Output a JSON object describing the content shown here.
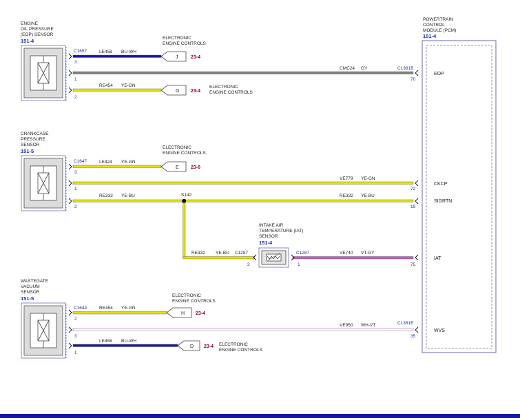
{
  "pcm": {
    "title1": "POWERTRAIN",
    "title2": "CONTROL",
    "title3": "MODULE (PCM)",
    "ref": "151-4"
  },
  "eop_sensor": {
    "title1": "ENGINE",
    "title2": "OIL PRESSURE",
    "title3": "(EOP) SENSOR",
    "ref": "151-4",
    "connector": "C1657"
  },
  "ccp_sensor": {
    "title1": "CRANKCASE",
    "title2": "PRESSURE",
    "title3": "SENSOR",
    "ref": "151-5",
    "connector": "C1647"
  },
  "wg_sensor": {
    "title1": "WASTEGATE",
    "title2": "VACUUM",
    "title3": "SENSOR",
    "ref": "151-5",
    "connector": "C1644"
  },
  "iat_sensor": {
    "title1": "INTAKE AIR",
    "title2": "TEMPERATURE (IAT)",
    "title3": "SENSOR",
    "ref": "151-4",
    "conn_left": "C1287",
    "conn_right": "C1287",
    "pin_left": "2",
    "pin_right": "1"
  },
  "ece": {
    "line1": "ELECTRONIC",
    "line2": "ENGINE CONTROLS"
  },
  "pcm_connectors": {
    "b": "C1381B",
    "e": "C1381E"
  },
  "splice": "S142",
  "wires": {
    "w1": {
      "circuit": "LE458",
      "color": "BU-WH"
    },
    "w2": {
      "circuit": "CMC24",
      "color": "GY"
    },
    "w3": {
      "circuit": "RE454",
      "color": "YE-GN"
    },
    "w4": {
      "circuit": "LE424",
      "color": "YE-GN"
    },
    "w5": {
      "circuit": "VE779",
      "color": "YE-GN"
    },
    "w6a": {
      "circuit": "RE332",
      "color": "YE-BU"
    },
    "w6b": {
      "circuit": "RE332",
      "color": "YE-BU"
    },
    "w7": {
      "circuit": "RE332",
      "color": "YE-BU"
    },
    "w8": {
      "circuit": "VE740",
      "color": "VT-GY"
    },
    "w9": {
      "circuit": "RE454",
      "color": "YE-GN"
    },
    "w10": {
      "circuit": "VE950",
      "color": "WH-VT"
    },
    "w11": {
      "circuit": "LE458",
      "color": "BU-WH"
    }
  },
  "sensor_pins": {
    "eop": [
      "3",
      "1",
      "2"
    ],
    "ccp": [
      "3",
      "1",
      "2"
    ],
    "wg": [
      "2",
      "3",
      "1"
    ]
  },
  "tags": {
    "t1": {
      "letter": "J",
      "page": "23-4"
    },
    "t2": {
      "letter": "G",
      "page": "23-4"
    },
    "t3": {
      "letter": "E",
      "page": "23-6"
    },
    "t4": {
      "letter": "H",
      "page": "23-4"
    },
    "t5": {
      "letter": "D",
      "page": "23-4"
    }
  },
  "pcm_pins": {
    "eop": {
      "num": "70",
      "name": "EOP"
    },
    "ckcp": {
      "num": "72",
      "name": "CKCP"
    },
    "sigrtn": {
      "num": "19",
      "name": "SIGRTN"
    },
    "iat": {
      "num": "75",
      "name": "IAT"
    },
    "wvs": {
      "num": "35",
      "name": "WVS"
    }
  },
  "wire_colors": {
    "yellow": "#e8e000",
    "blue": "#1a1aa0",
    "gray": "#808080",
    "violet": "#c060c0",
    "white": "#ffffff",
    "outline": "#555555"
  }
}
